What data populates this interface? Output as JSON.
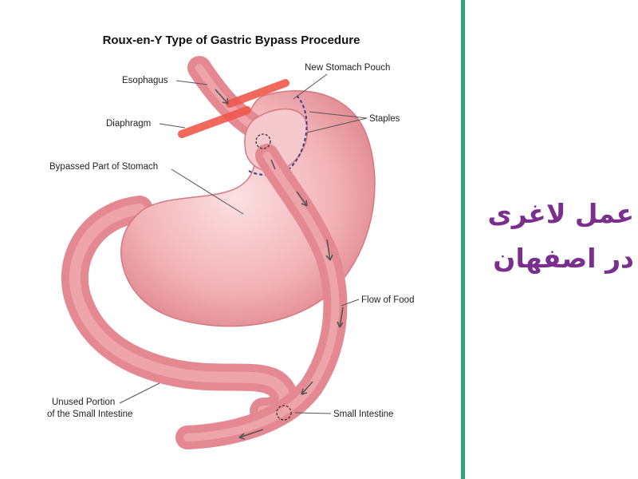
{
  "diagram": {
    "title": "Roux-en-Y Type of Gastric Bypass Procedure",
    "labels": {
      "esophagus": "Esophagus",
      "new_pouch": "New Stomach Pouch",
      "diaphragm": "Diaphragm",
      "staples": "Staples",
      "bypassed": "Bypassed Part of Stomach",
      "flow": "Flow of Food",
      "unused_1": "Unused Portion",
      "unused_2": "of the Small Intestine",
      "small_intestine": "Small Intestine"
    },
    "colors": {
      "tissue": "#e88a90",
      "tissue_light": "#f6c9cc",
      "diaphragm": "#f0584c",
      "staples": "#3b3f8c"
    }
  },
  "side_panel": {
    "line1": "عمل لاغری",
    "line2": "در اصفهان",
    "text_color": "#7a2e8e",
    "divider_color": "#2aa876"
  }
}
